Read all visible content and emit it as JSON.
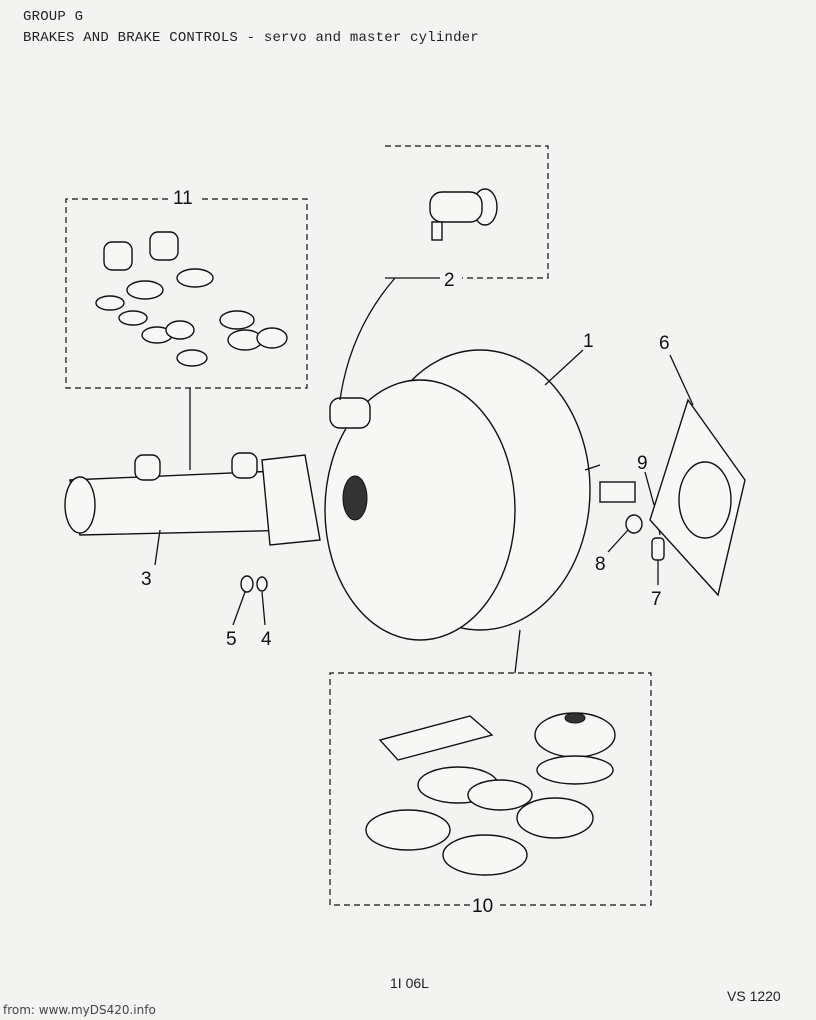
{
  "header": {
    "group": "GROUP G",
    "title": "BRAKES AND BRAKE CONTROLS - servo and master cylinder"
  },
  "footer": {
    "page_number": "1I 06L",
    "reference": "VS 1220",
    "source": "from: www.myDS420.info"
  },
  "callouts": {
    "c1": "1",
    "c2": "2",
    "c3": "3",
    "c4": "4",
    "c5": "5",
    "c6": "6",
    "c7": "7",
    "c8": "8",
    "c9": "9",
    "c10": "10",
    "c11": "11"
  }
}
